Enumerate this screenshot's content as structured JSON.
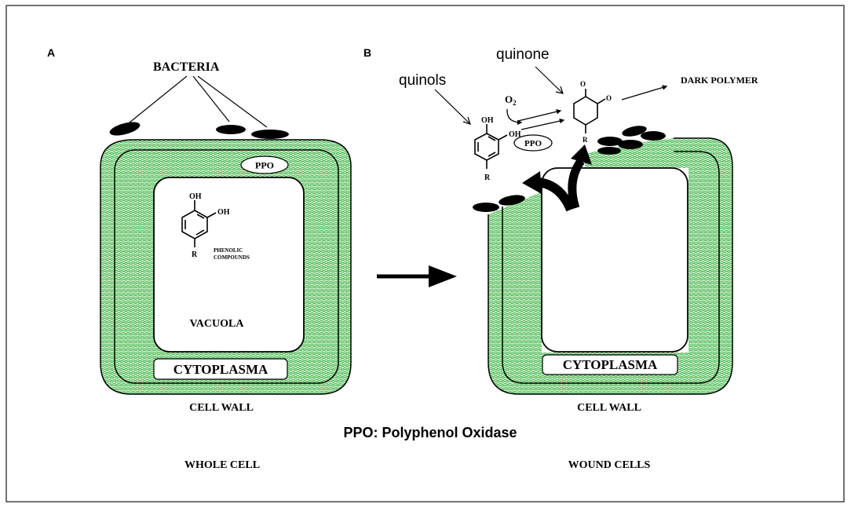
{
  "panels": {
    "a": {
      "label": "A",
      "caption": "WHOLE CELL"
    },
    "b": {
      "label": "B",
      "caption": "WOUND CELLS"
    }
  },
  "labels": {
    "bacteria": "BACTERIA",
    "ppo": "PPO",
    "oh": "OH",
    "r": "R",
    "phenolic_line1": "PHENOLIC",
    "phenolic_line2": "COMPOUNDS",
    "vacuola": "VACUOLA",
    "cytoplasma": "CYTOPLASMA",
    "cell_wall": "CELL WALL",
    "quinols": "quinols",
    "quinone": "quinone",
    "o2": "O",
    "o2_sub": "2",
    "o": "O",
    "dark_polymer": "DARK POLYMER"
  },
  "legend": {
    "text": "PPO: Polyphenol Oxidase"
  },
  "colors": {
    "cell_fill": "#8fd68a",
    "dot": "#1f9d2a",
    "outline": "#000000",
    "vacuole_fill": "#ffffff",
    "border": "#555555"
  }
}
